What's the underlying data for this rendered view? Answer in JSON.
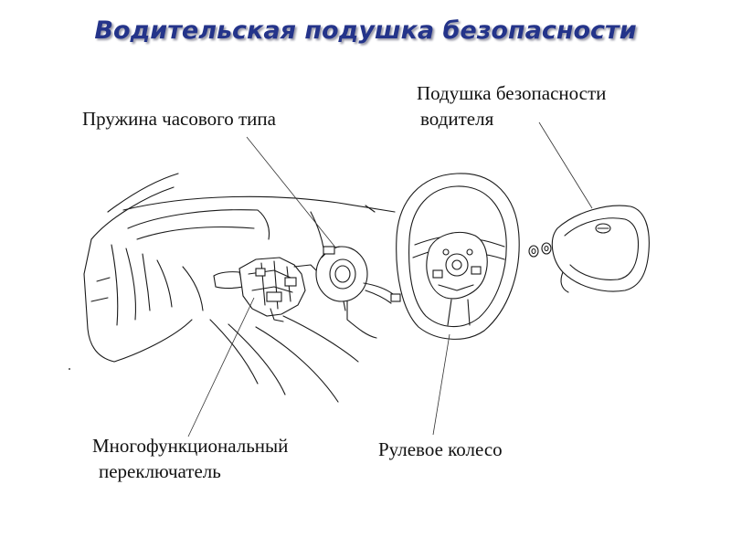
{
  "title": "Водительская подушка безопасности",
  "labels": {
    "clock_spring": "Пружина часового типа",
    "airbag_line1": "Подушка безопасности",
    "airbag_line2": "водителя",
    "switch_line1": "Многофункциональный",
    "switch_line2": "переключатель",
    "wheel": "Рулевое колесо"
  },
  "colors": {
    "title": "#24348a",
    "line": "#1a1a1a"
  }
}
